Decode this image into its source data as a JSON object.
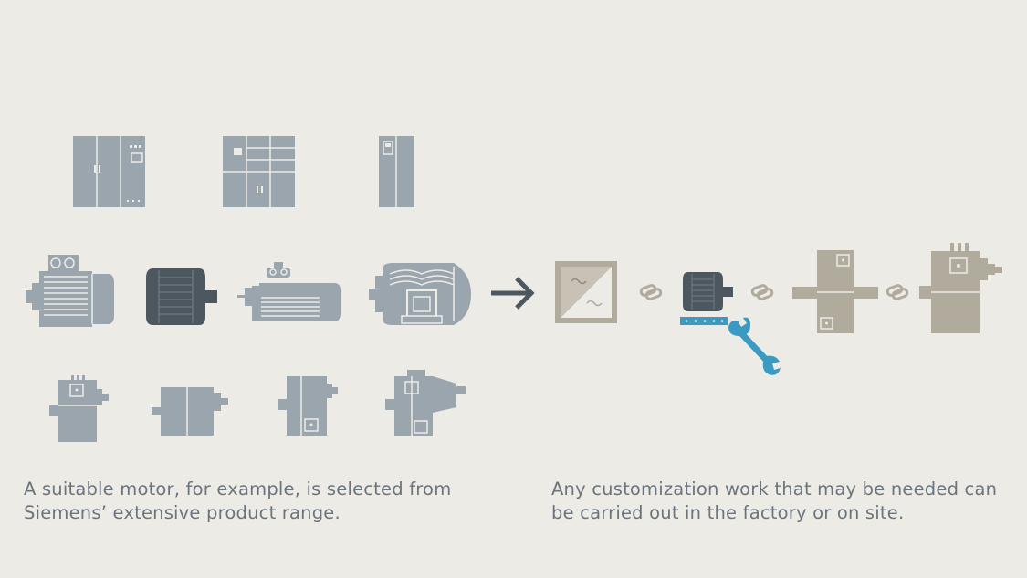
{
  "captions": {
    "left": {
      "line1": "A suitable motor, for example, is selected from",
      "line2": "Siemens’ extensive product range."
    },
    "right": {
      "line1": "Any customization work that may be needed can",
      "line2": "be carried out in the factory or on site."
    }
  },
  "colors": {
    "background": "#edebe6",
    "product_gray": "#9aa5ae",
    "product_dark": "#4c575f",
    "chain_beige": "#b0ab9d",
    "accent_blue": "#3a9ac2",
    "text": "#6b747c"
  },
  "icons": [
    "cabinet-double-door-icon",
    "cabinet-multi-panel-icon",
    "drive-cabinet-slim-icon",
    "motor-terminal-box-icon",
    "motor-compact-dark-icon",
    "motor-long-frame-icon",
    "motor-large-ribbed-icon",
    "dc-motor-small-icon",
    "dc-motor-medium-icon",
    "dc-motor-flanged-icon",
    "dc-motor-with-blower-icon",
    "arrow-right-icon",
    "frequency-converter-icon",
    "chain-link-icon",
    "selected-motor-icon",
    "wrench-icon",
    "gearbox-icon",
    "driven-machine-icon"
  ]
}
